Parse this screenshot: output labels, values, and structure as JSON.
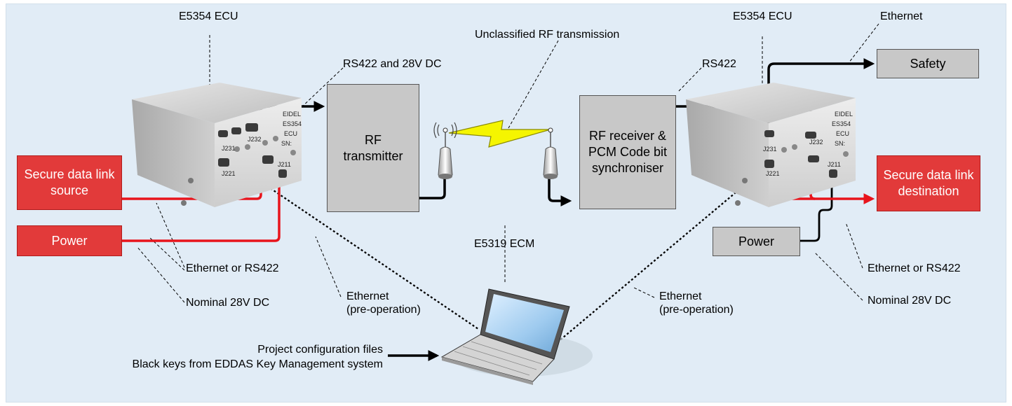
{
  "labels": {
    "ecu_left": "E5354 ECU",
    "ecu_right": "E5354 ECU",
    "rs422_28v": "RS422 and 28V DC",
    "unclassified_rf": "Unclassified RF transmission",
    "rs422": "RS422",
    "ethernet_top": "Ethernet",
    "ecm": "E5319 ECM",
    "eth_or_rs422_left": "Ethernet or RS422",
    "nominal_left": "Nominal 28V DC",
    "eth_preop_left_1": "Ethernet",
    "eth_preop_left_2": "(pre-operation)",
    "eth_preop_right_1": "Ethernet",
    "eth_preop_right_2": "(pre-operation)",
    "eth_or_rs422_right": "Ethernet or RS422",
    "nominal_right": "Nominal 28V DC",
    "project_files": "Project configuration files",
    "black_keys": "Black keys from EDDAS Key Management system"
  },
  "boxes": {
    "secure_source": "Secure data link source",
    "power_left": "Power",
    "rf_transmitter": "RF transmitter",
    "rf_receiver": "RF receiver & PCM Code bit synchroniser",
    "safety": "Safety",
    "secure_destination": "Secure data link destination",
    "power_right": "Power"
  },
  "ecu_unit": {
    "brand": "EIDEL",
    "model": "ES354",
    "type": "ECU",
    "sn": "SN:",
    "ports": [
      "J231",
      "J232",
      "J221",
      "J211"
    ]
  },
  "colors": {
    "background": "#e1ecf6",
    "grey_box": "#c8c8c8",
    "red_box": "#e23a3a",
    "red_line": "#e8141c",
    "black_line": "#000000",
    "bolt": "#f5f500"
  }
}
